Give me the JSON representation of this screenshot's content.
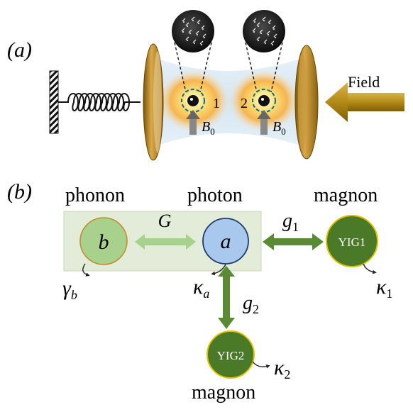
{
  "panel_a": {
    "label": "(a)",
    "field_label": "Field",
    "sphere_1_label": "1",
    "sphere_2_label": "2",
    "bias_field_main": "B",
    "bias_field_sub": "0"
  },
  "panel_b": {
    "label": "(b)",
    "phonon_heading": "phonon",
    "photon_heading": "photon",
    "magnon_heading_right": "magnon",
    "magnon_heading_bottom": "magnon",
    "phonon_mode": "b",
    "photon_mode": "a",
    "yig1_label": "YIG1",
    "yig2_label": "YIG2",
    "coupling_G": "G",
    "coupling_g_main": "g",
    "coupling_g1_sub": "1",
    "coupling_g2_sub": "2",
    "decay_gamma_main": "γ",
    "decay_gamma_sub": "b",
    "decay_kappa_main": "κ",
    "decay_kappa_a_sub": "a",
    "decay_kappa_1_sub": "1",
    "decay_kappa_2_sub": "2"
  },
  "colors": {
    "mirror": "#a8780e",
    "mirror_light": "#d9a94a",
    "photon_fill": "#a9c8ee",
    "phonon_fill": "#a9d18e",
    "yig_fill": "#4a7a27",
    "yig_stroke": "#e0c200",
    "green_arrow": "#5a8a33",
    "light_arrow": "#a9d18e",
    "panel_bg": "#e3ecd9",
    "field_arrow": "#b38a16"
  }
}
